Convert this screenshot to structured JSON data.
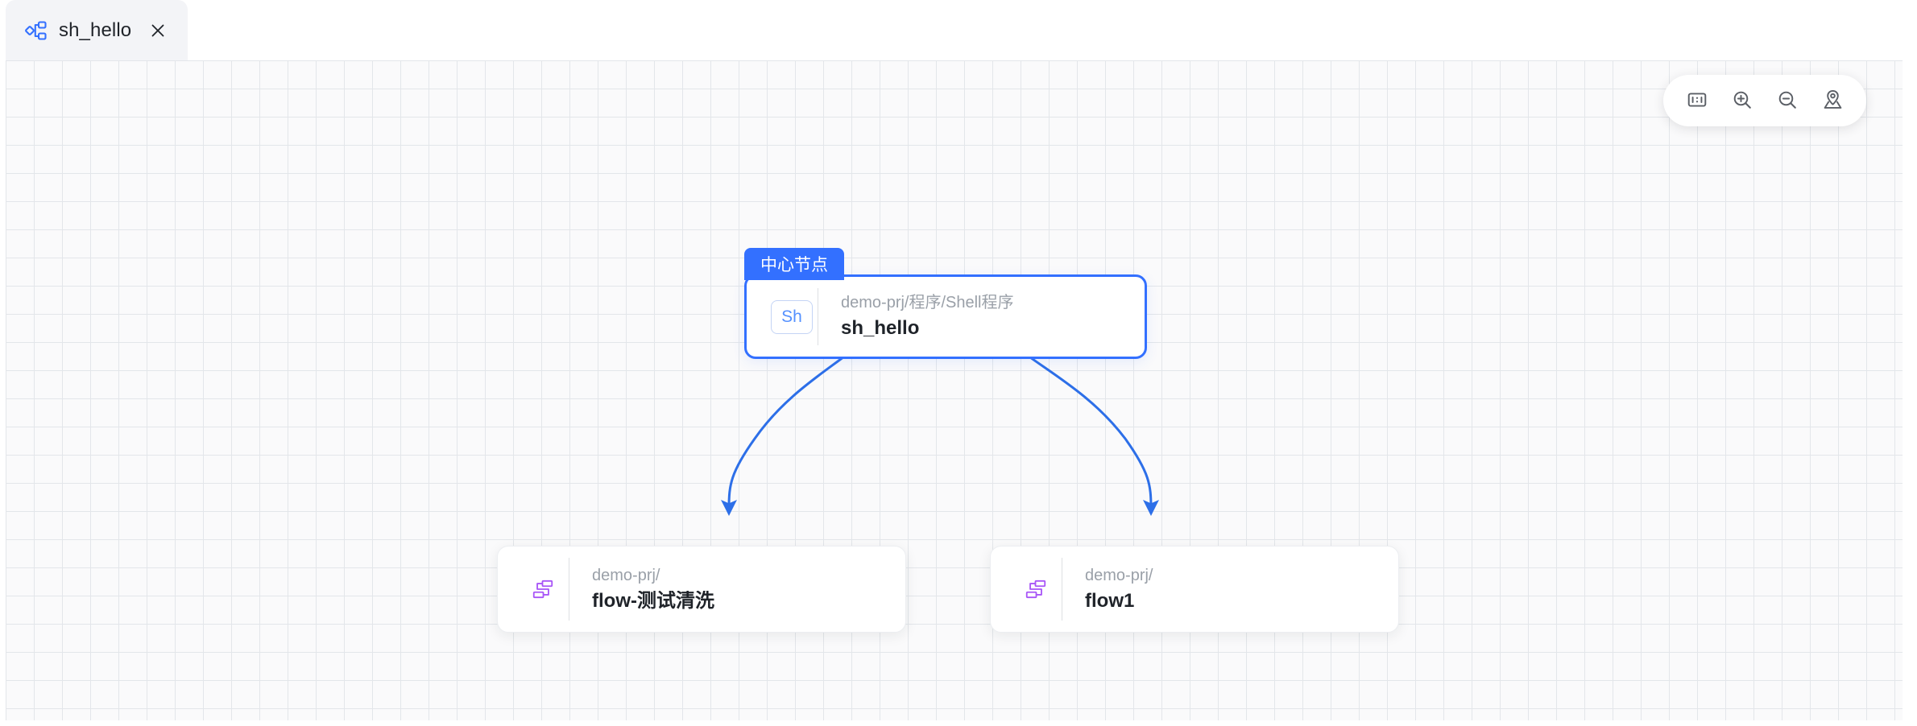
{
  "tab": {
    "label": "sh_hello",
    "icon": "relationship-graph-icon",
    "close_icon": "close-icon"
  },
  "toolbar": {
    "buttons": [
      {
        "name": "actual-size-button",
        "icon": "one-to-one-icon",
        "title": "1:1"
      },
      {
        "name": "zoom-in-button",
        "icon": "zoom-in-icon",
        "title": "放大"
      },
      {
        "name": "zoom-out-button",
        "icon": "zoom-out-icon",
        "title": "缩小"
      },
      {
        "name": "locate-button",
        "icon": "map-pin-icon",
        "title": "定位"
      }
    ]
  },
  "graph": {
    "center": {
      "badge": "中心节点",
      "type_icon": "Sh",
      "path": "demo-prj/程序/Shell程序",
      "title": "sh_hello"
    },
    "children": [
      {
        "icon": "flow-icon",
        "path": "demo-prj/",
        "title": "flow-测试清洗"
      },
      {
        "icon": "flow-icon",
        "path": "demo-prj/",
        "title": "flow1"
      }
    ]
  },
  "colors": {
    "accent": "#3370ff",
    "edge": "#2d6fe8",
    "flow_icon": "#a855f7",
    "grid_line": "#e3e6ea",
    "canvas_bg": "#fafafb",
    "text_primary": "#1f2329",
    "text_muted": "#9aa0a8"
  }
}
